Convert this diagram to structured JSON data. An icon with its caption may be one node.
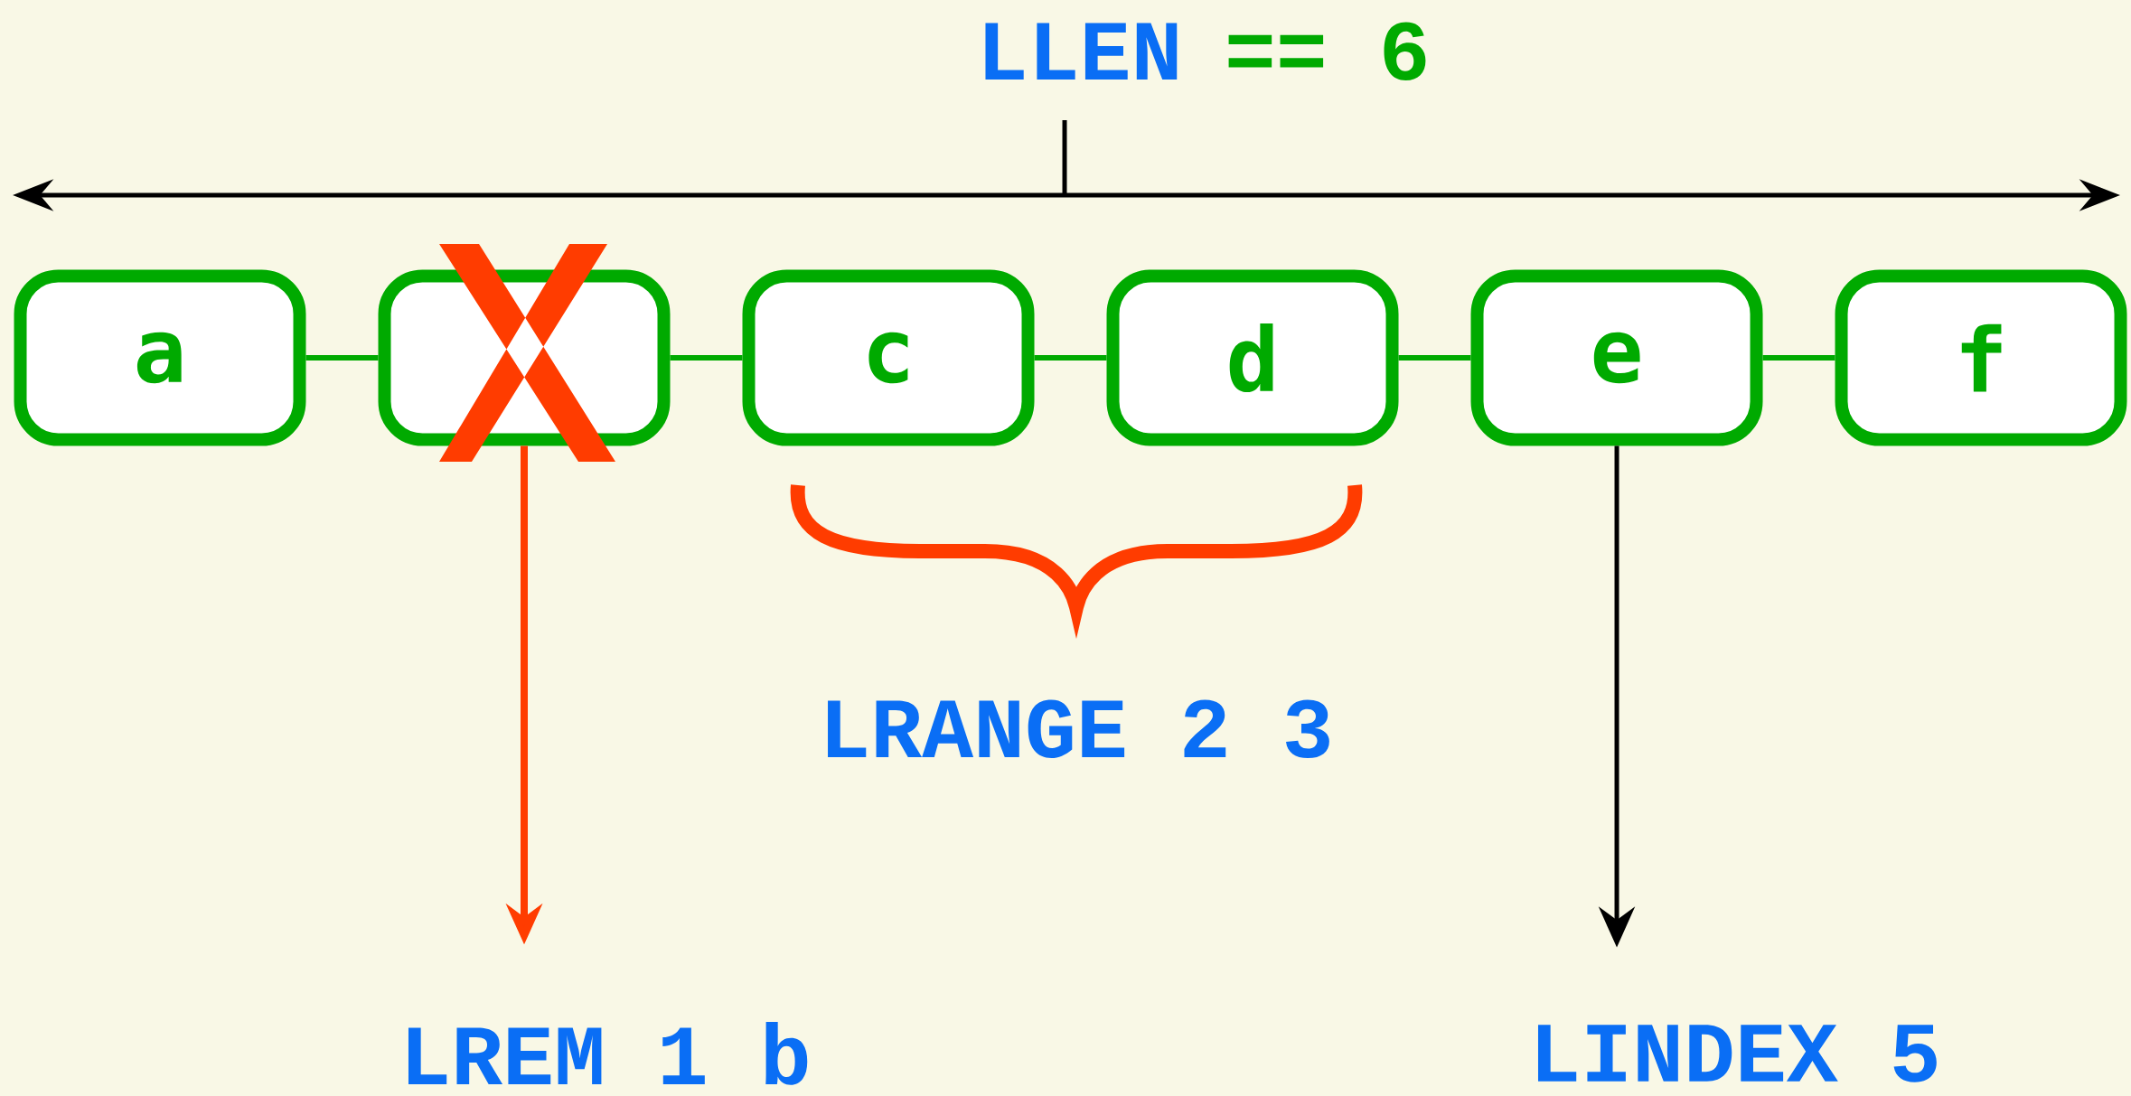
{
  "diagram": {
    "nodes": [
      {
        "text": [
          "a"
        ]
      },
      {
        "text": [],
        "shape": "box"
      },
      {
        "text": [
          "c"
        ]
      },
      {
        "text": [
          "d"
        ]
      },
      {
        "text": [
          "e"
        ]
      },
      {
        "text": [
          "f"
        ]
      },
      {
        "text": [
          "LREM 1 b"
        ]
      },
      {
        "text": [
          "LINDEX 5"
        ]
      }
    ],
    "edges": [
      {
        "from": 0,
        "to": 1,
        "arrow": "none"
      },
      {
        "from": 1,
        "to": 2,
        "arrow": "none"
      },
      {
        "from": 2,
        "to": 3,
        "arrow": "none"
      },
      {
        "from": 3,
        "to": 4,
        "arrow": "none"
      },
      {
        "from": 4,
        "to": 5,
        "arrow": "none"
      },
      {
        "from": 1,
        "to": 6,
        "arrow": "to",
        "color": "#ff3c00"
      },
      {
        "from": 4,
        "to": 7,
        "arrow": "to",
        "color": "#000000"
      }
    ],
    "labels": [
      "LLEN",
      "== 6",
      "LRANGE 2 3"
    ]
  }
}
